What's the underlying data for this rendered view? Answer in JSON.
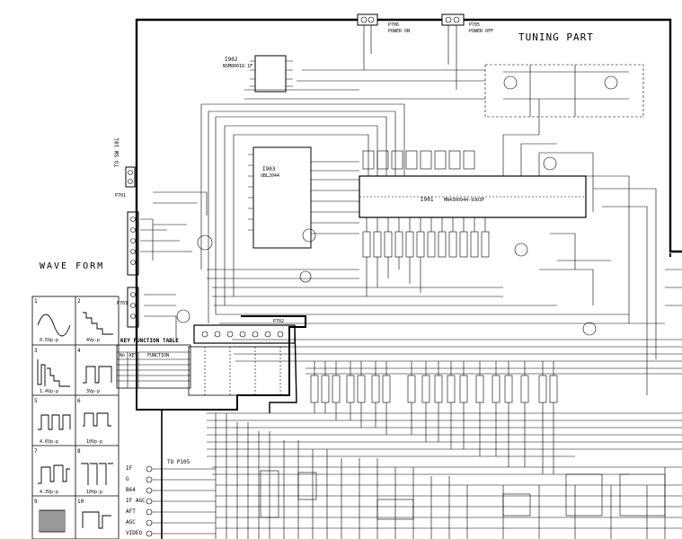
{
  "title": "TUNING PART",
  "wave_form_label": "WAVE FORM",
  "key_table_title": "KEY FUNCTION TABLE",
  "key_table_header": [
    "No",
    "KEY",
    "FUNCTION"
  ],
  "connectors": {
    "p706": {
      "name": "P706",
      "sub": "POWER ON"
    },
    "p705": {
      "name": "P705",
      "sub": "POWER OFF"
    },
    "to_sw": "TO SW 101",
    "to_p105": "TO P105",
    "p702": "P702",
    "p703": "P703",
    "p701": "P701"
  },
  "ics": {
    "i902": {
      "name": "I902",
      "part": "NSM8001D.1F"
    },
    "i903": {
      "name": "I903",
      "part": "UBL2044"
    },
    "i901": {
      "name": "I901",
      "part": "MN4300944-9303F"
    }
  },
  "signals": [
    "IF",
    "G",
    "B64",
    "IF AGC",
    "AFT",
    "AGC",
    "VIDEO"
  ],
  "waveforms": [
    {
      "num": "1",
      "caption": "0.5Vp-p"
    },
    {
      "num": "2",
      "caption": "4Vp-p"
    },
    {
      "num": "3",
      "caption": "1.4Vp-p"
    },
    {
      "num": "4",
      "caption": "3Vp-p"
    },
    {
      "num": "5",
      "caption": "4.6Vp-p"
    },
    {
      "num": "6",
      "caption": "10Vp-p"
    },
    {
      "num": "7",
      "caption": "4.3Vp-p"
    },
    {
      "num": "8",
      "caption": "10Vp-p"
    },
    {
      "num": "9",
      "caption": ""
    },
    {
      "num": "10",
      "caption": ""
    }
  ],
  "colors": {
    "ink": "#000000",
    "paper": "#ffffff"
  }
}
